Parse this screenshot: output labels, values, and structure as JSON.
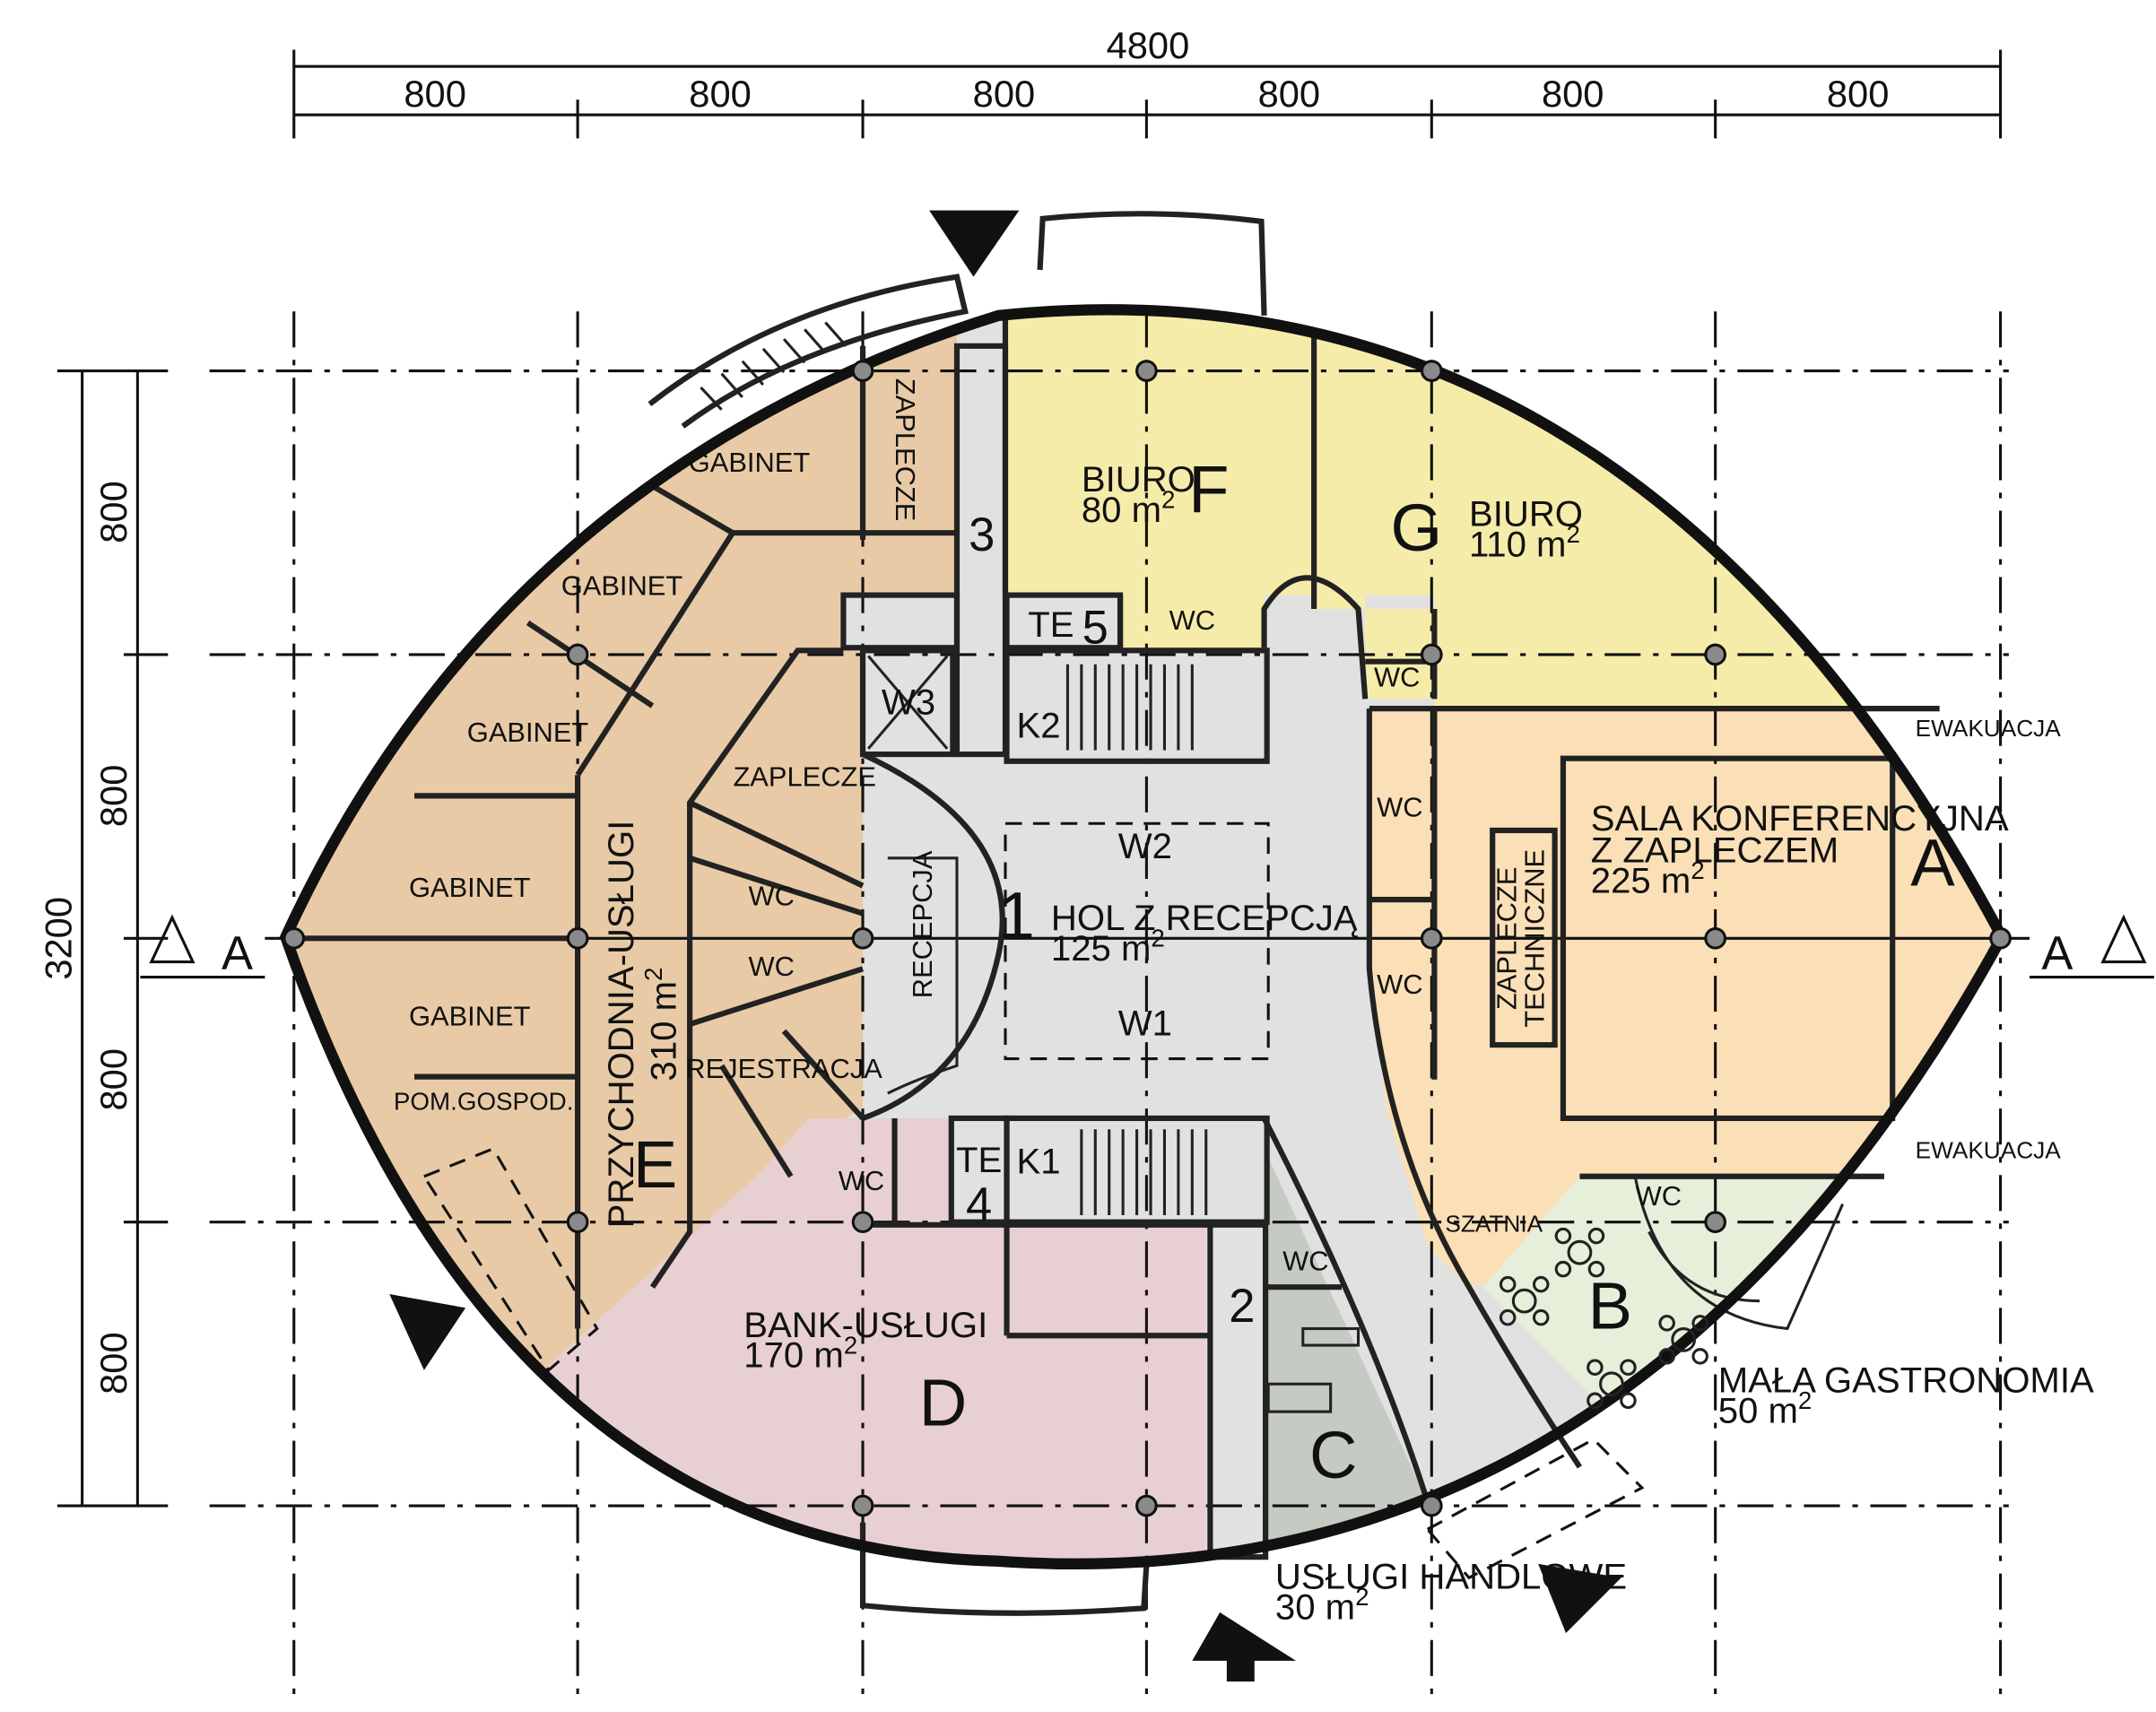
{
  "dimensions": {
    "total_width": "4800",
    "module_widths": [
      "800",
      "800",
      "800",
      "800",
      "800",
      "800"
    ],
    "total_height": "3200",
    "module_heights": [
      "800",
      "800",
      "800",
      "800"
    ]
  },
  "section": {
    "left_label": "A",
    "right_label": "A"
  },
  "zones": {
    "A": {
      "letter": "A",
      "name_line1": "SALA KONFERENCYJNA",
      "name_line2": "Z ZAPLECZEM",
      "area": "225 m",
      "area_sup": "2"
    },
    "B": {
      "letter": "B",
      "name": "MAŁA GASTRONOMIA",
      "area": "50 m",
      "area_sup": "2"
    },
    "C": {
      "letter": "C",
      "name": "USŁUGI HANDLOWE",
      "area": "30 m",
      "area_sup": "2"
    },
    "D": {
      "letter": "D",
      "name": "BANK-USŁUGI",
      "area": "170 m",
      "area_sup": "2"
    },
    "E": {
      "letter": "E",
      "name": "PRZYCHODNIA-USŁUGI",
      "area": "310 m",
      "area_sup": "2"
    },
    "F": {
      "letter": "F",
      "name": "BIURO",
      "area": "80 m",
      "area_sup": "2"
    },
    "G": {
      "letter": "G",
      "name": "BIURO",
      "area": "110 m",
      "area_sup": "2"
    },
    "hall": {
      "number": "1",
      "name": "HOL Z RECEPCJĄ",
      "area": "125 m",
      "area_sup": "2"
    }
  },
  "core": {
    "n2": "2",
    "n3": "3",
    "n4": "4",
    "n5": "5",
    "k1": "K1",
    "k2": "K2",
    "te4": "TE",
    "te5": "TE",
    "w1": "W1",
    "w2": "W2",
    "w3": "W3"
  },
  "rooms": {
    "gabinet": "GABINET",
    "zaplecze": "ZAPLECZE",
    "wc": "WC",
    "rejestracja": "REJESTRACJA",
    "recepcja": "RECEPCJA",
    "pom_gospod": "POM.GOSPOD.",
    "zaplecze_techniczne_1": "ZAPLECZE",
    "zaplecze_techniczne_2": "TECHNICZNE",
    "szatnia": "SZATNIA",
    "ewakuacja": "EWAKUACJA"
  },
  "colors": {
    "przychodnia": "#e8cba6",
    "biuro": "#f6eca9",
    "sala": "#fbdfb6",
    "bank": "#e7cfd2",
    "gastronomia": "#e6efd9",
    "uslugi_handlowe": "#c5cac2",
    "hall": "#e1e1e1"
  }
}
